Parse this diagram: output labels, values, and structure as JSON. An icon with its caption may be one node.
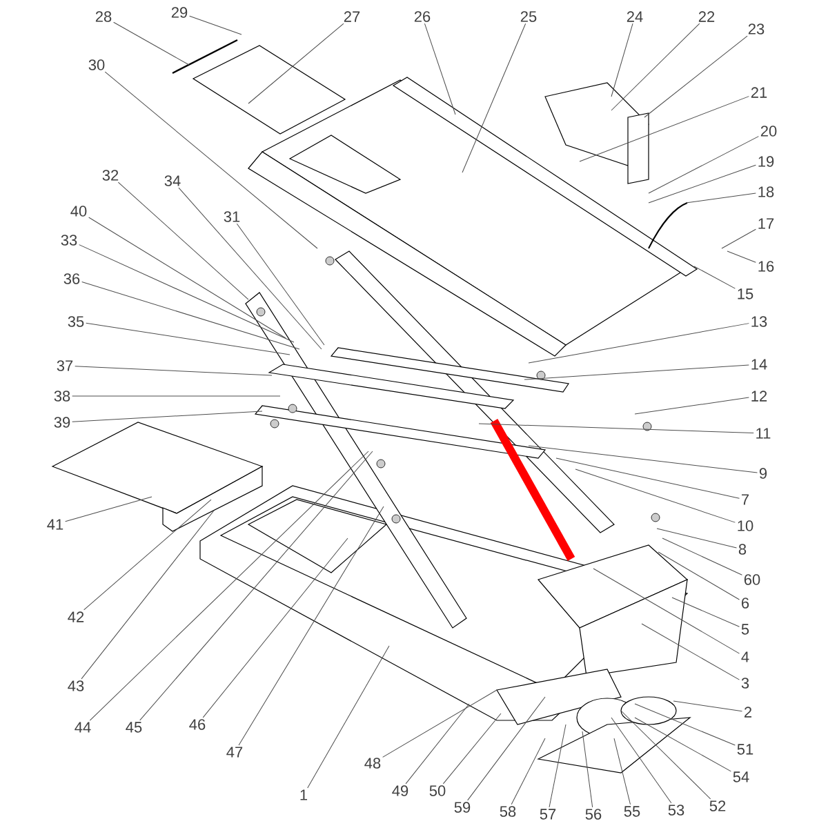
{
  "diagram": {
    "nodes": [
      {
        "text": [
          "28"
        ]
      },
      {
        "text": [
          "29"
        ]
      },
      {
        "text": [
          "27"
        ]
      },
      {
        "text": [
          "26"
        ]
      },
      {
        "text": [
          "25"
        ]
      },
      {
        "text": [
          "24"
        ]
      },
      {
        "text": [
          "22"
        ]
      },
      {
        "text": [
          "23"
        ]
      },
      {
        "text": [
          "21"
        ]
      },
      {
        "text": [
          "20"
        ]
      },
      {
        "text": [
          "30"
        ]
      },
      {
        "text": [
          "19"
        ]
      },
      {
        "text": [
          "18"
        ]
      },
      {
        "text": [
          "32"
        ]
      },
      {
        "text": [
          "34"
        ]
      },
      {
        "text": [
          "17"
        ]
      },
      {
        "text": [
          "31"
        ]
      },
      {
        "text": [
          "40"
        ]
      },
      {
        "text": [
          "16"
        ]
      },
      {
        "text": [
          "33"
        ]
      },
      {
        "text": [
          "36"
        ]
      },
      {
        "text": [
          "15"
        ]
      },
      {
        "text": [
          "35"
        ]
      },
      {
        "text": [
          "13"
        ]
      },
      {
        "text": [
          "37"
        ]
      },
      {
        "text": [
          "14"
        ]
      },
      {
        "text": [
          "38"
        ]
      },
      {
        "text": [
          "12"
        ]
      },
      {
        "text": [
          "39"
        ]
      },
      {
        "text": [
          "11"
        ]
      },
      {
        "text": [
          "9"
        ]
      },
      {
        "text": [
          "7"
        ]
      },
      {
        "text": [
          "10"
        ]
      },
      {
        "text": [
          "41"
        ]
      },
      {
        "text": [
          "8"
        ]
      },
      {
        "text": [
          "60"
        ]
      },
      {
        "text": [
          "6"
        ]
      },
      {
        "text": [
          "42"
        ]
      },
      {
        "text": [
          "5"
        ]
      },
      {
        "text": [
          "4"
        ]
      },
      {
        "text": [
          "3"
        ]
      },
      {
        "text": [
          "43"
        ]
      },
      {
        "text": [
          "2"
        ]
      },
      {
        "text": [
          "44"
        ]
      },
      {
        "text": [
          "45"
        ]
      },
      {
        "text": [
          "46"
        ]
      },
      {
        "text": [
          "51"
        ]
      },
      {
        "text": [
          "47"
        ]
      },
      {
        "text": [
          "48"
        ]
      },
      {
        "text": [
          "54"
        ]
      },
      {
        "text": [
          "1"
        ]
      },
      {
        "text": [
          "49"
        ]
      },
      {
        "text": [
          "50"
        ]
      },
      {
        "text": [
          "59"
        ]
      },
      {
        "text": [
          "58"
        ]
      },
      {
        "text": [
          "57"
        ]
      },
      {
        "text": [
          "56"
        ]
      },
      {
        "text": [
          "55"
        ]
      },
      {
        "text": [
          "53"
        ]
      },
      {
        "text": [
          "52"
        ]
      }
    ],
    "edges": [
      {
        "from": 0,
        "to": null,
        "arrow": "none"
      },
      {
        "from": 1,
        "to": null,
        "arrow": "none"
      },
      {
        "from": 2,
        "to": null,
        "arrow": "none"
      },
      {
        "from": 3,
        "to": null,
        "arrow": "none"
      },
      {
        "from": 4,
        "to": null,
        "arrow": "none"
      },
      {
        "from": 5,
        "to": null,
        "arrow": "none"
      },
      {
        "from": 6,
        "to": null,
        "arrow": "none"
      },
      {
        "from": 7,
        "to": null,
        "arrow": "none"
      },
      {
        "from": 8,
        "to": null,
        "arrow": "none"
      },
      {
        "from": 9,
        "to": null,
        "arrow": "none"
      },
      {
        "from": 10,
        "to": null,
        "arrow": "none"
      },
      {
        "from": 11,
        "to": null,
        "arrow": "none"
      },
      {
        "from": 12,
        "to": null,
        "arrow": "none"
      },
      {
        "from": 13,
        "to": null,
        "arrow": "none"
      },
      {
        "from": 14,
        "to": null,
        "arrow": "none"
      },
      {
        "from": 15,
        "to": null,
        "arrow": "none"
      },
      {
        "from": 16,
        "to": null,
        "arrow": "none"
      },
      {
        "from": 17,
        "to": null,
        "arrow": "none"
      },
      {
        "from": 18,
        "to": null,
        "arrow": "none"
      },
      {
        "from": 19,
        "to": null,
        "arrow": "none"
      },
      {
        "from": 20,
        "to": null,
        "arrow": "none"
      },
      {
        "from": 21,
        "to": null,
        "arrow": "none"
      },
      {
        "from": 22,
        "to": null,
        "arrow": "none"
      },
      {
        "from": 23,
        "to": null,
        "arrow": "none"
      },
      {
        "from": 24,
        "to": null,
        "arrow": "none"
      },
      {
        "from": 25,
        "to": null,
        "arrow": "none"
      },
      {
        "from": 26,
        "to": null,
        "arrow": "none"
      },
      {
        "from": 27,
        "to": null,
        "arrow": "none"
      },
      {
        "from": 28,
        "to": null,
        "arrow": "none"
      },
      {
        "from": 29,
        "to": null,
        "arrow": "none"
      },
      {
        "from": 30,
        "to": null,
        "arrow": "none"
      },
      {
        "from": 31,
        "to": null,
        "arrow": "none"
      },
      {
        "from": 32,
        "to": null,
        "arrow": "none"
      },
      {
        "from": 33,
        "to": null,
        "arrow": "none"
      },
      {
        "from": 34,
        "to": null,
        "arrow": "none"
      },
      {
        "from": 35,
        "to": null,
        "arrow": "none"
      },
      {
        "from": 36,
        "to": null,
        "arrow": "none"
      },
      {
        "from": 37,
        "to": null,
        "arrow": "none"
      },
      {
        "from": 38,
        "to": null,
        "arrow": "none"
      },
      {
        "from": 39,
        "to": null,
        "arrow": "none"
      },
      {
        "from": 40,
        "to": null,
        "arrow": "none"
      },
      {
        "from": 41,
        "to": null,
        "arrow": "none"
      },
      {
        "from": 42,
        "to": null,
        "arrow": "none"
      },
      {
        "from": 43,
        "to": null,
        "arrow": "none"
      },
      {
        "from": 44,
        "to": null,
        "arrow": "none"
      },
      {
        "from": 45,
        "to": null,
        "arrow": "none"
      },
      {
        "from": 46,
        "to": null,
        "arrow": "none"
      },
      {
        "from": 47,
        "to": null,
        "arrow": "none"
      },
      {
        "from": 48,
        "to": null,
        "arrow": "none"
      },
      {
        "from": 49,
        "to": null,
        "arrow": "none"
      },
      {
        "from": 50,
        "to": null,
        "arrow": "none"
      },
      {
        "from": 51,
        "to": null,
        "arrow": "none"
      },
      {
        "from": 52,
        "to": null,
        "arrow": "none"
      },
      {
        "from": 53,
        "to": null,
        "arrow": "none"
      },
      {
        "from": 54,
        "to": null,
        "arrow": "none"
      },
      {
        "from": 55,
        "to": null,
        "arrow": "none"
      },
      {
        "from": 56,
        "to": null,
        "arrow": "none"
      },
      {
        "from": 57,
        "to": null,
        "arrow": "none"
      },
      {
        "from": 58,
        "to": null,
        "arrow": "none"
      },
      {
        "from": 59,
        "to": null,
        "arrow": "none"
      }
    ]
  }
}
